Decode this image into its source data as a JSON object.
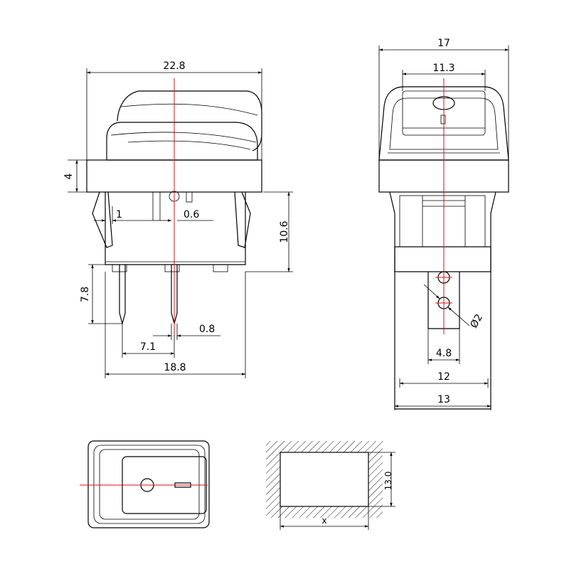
{
  "side_view": {
    "width_label": "22.8",
    "cap_height_label": "4",
    "pin_offset_label": "1",
    "center_offset_label": "0.6",
    "body_height_label": "10.6",
    "pin_length_label": "7.8",
    "pin_thickness_label": "0.8",
    "pin_pitch_label": "7.1",
    "body_width_label": "18.8"
  },
  "front_view": {
    "width_label": "17",
    "cap_width_label": "11.3",
    "hole_diameter_label": "Ø2",
    "pin_width_label": "4.8",
    "body_width_label": "12",
    "frame_width_label": "13"
  },
  "cutout_view": {
    "height_label": "13.0",
    "width_label": "x"
  }
}
